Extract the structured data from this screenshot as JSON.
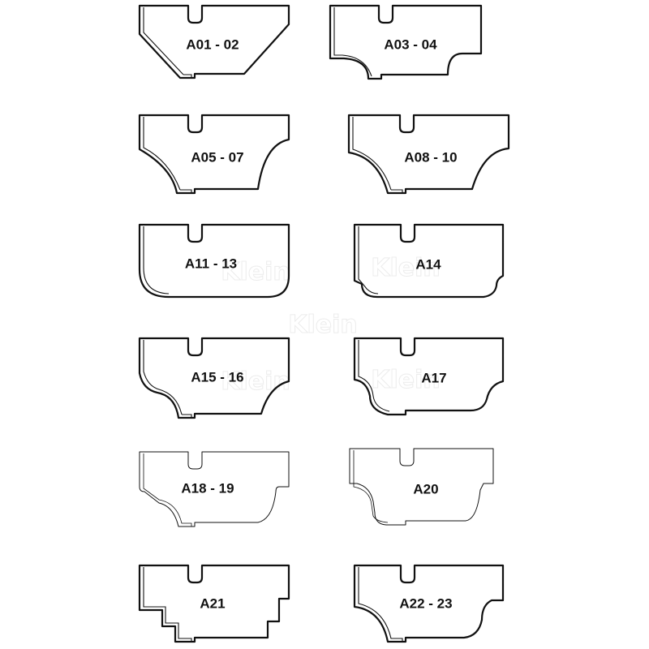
{
  "watermark_text": "Klein",
  "stroke_color": "#111111",
  "profiles": [
    {
      "id": "A01-02",
      "label": "A01 - 02",
      "style": "bold"
    },
    {
      "id": "A03-04",
      "label": "A03 - 04",
      "style": "bold"
    },
    {
      "id": "A05-07",
      "label": "A05 - 07",
      "style": "bold"
    },
    {
      "id": "A08-10",
      "label": "A08 - 10",
      "style": "bold"
    },
    {
      "id": "A11-13",
      "label": "A11 - 13",
      "style": "bold"
    },
    {
      "id": "A14",
      "label": "A14",
      "style": "bold"
    },
    {
      "id": "A15-16",
      "label": "A15 - 16",
      "style": "bold"
    },
    {
      "id": "A17",
      "label": "A17",
      "style": "bold"
    },
    {
      "id": "A18-19",
      "label": "A18 - 19",
      "style": "thin"
    },
    {
      "id": "A20",
      "label": "A20",
      "style": "thin"
    },
    {
      "id": "A21",
      "label": "A21",
      "style": "bold"
    },
    {
      "id": "A22-23",
      "label": "A22 - 23",
      "style": "bold"
    }
  ]
}
